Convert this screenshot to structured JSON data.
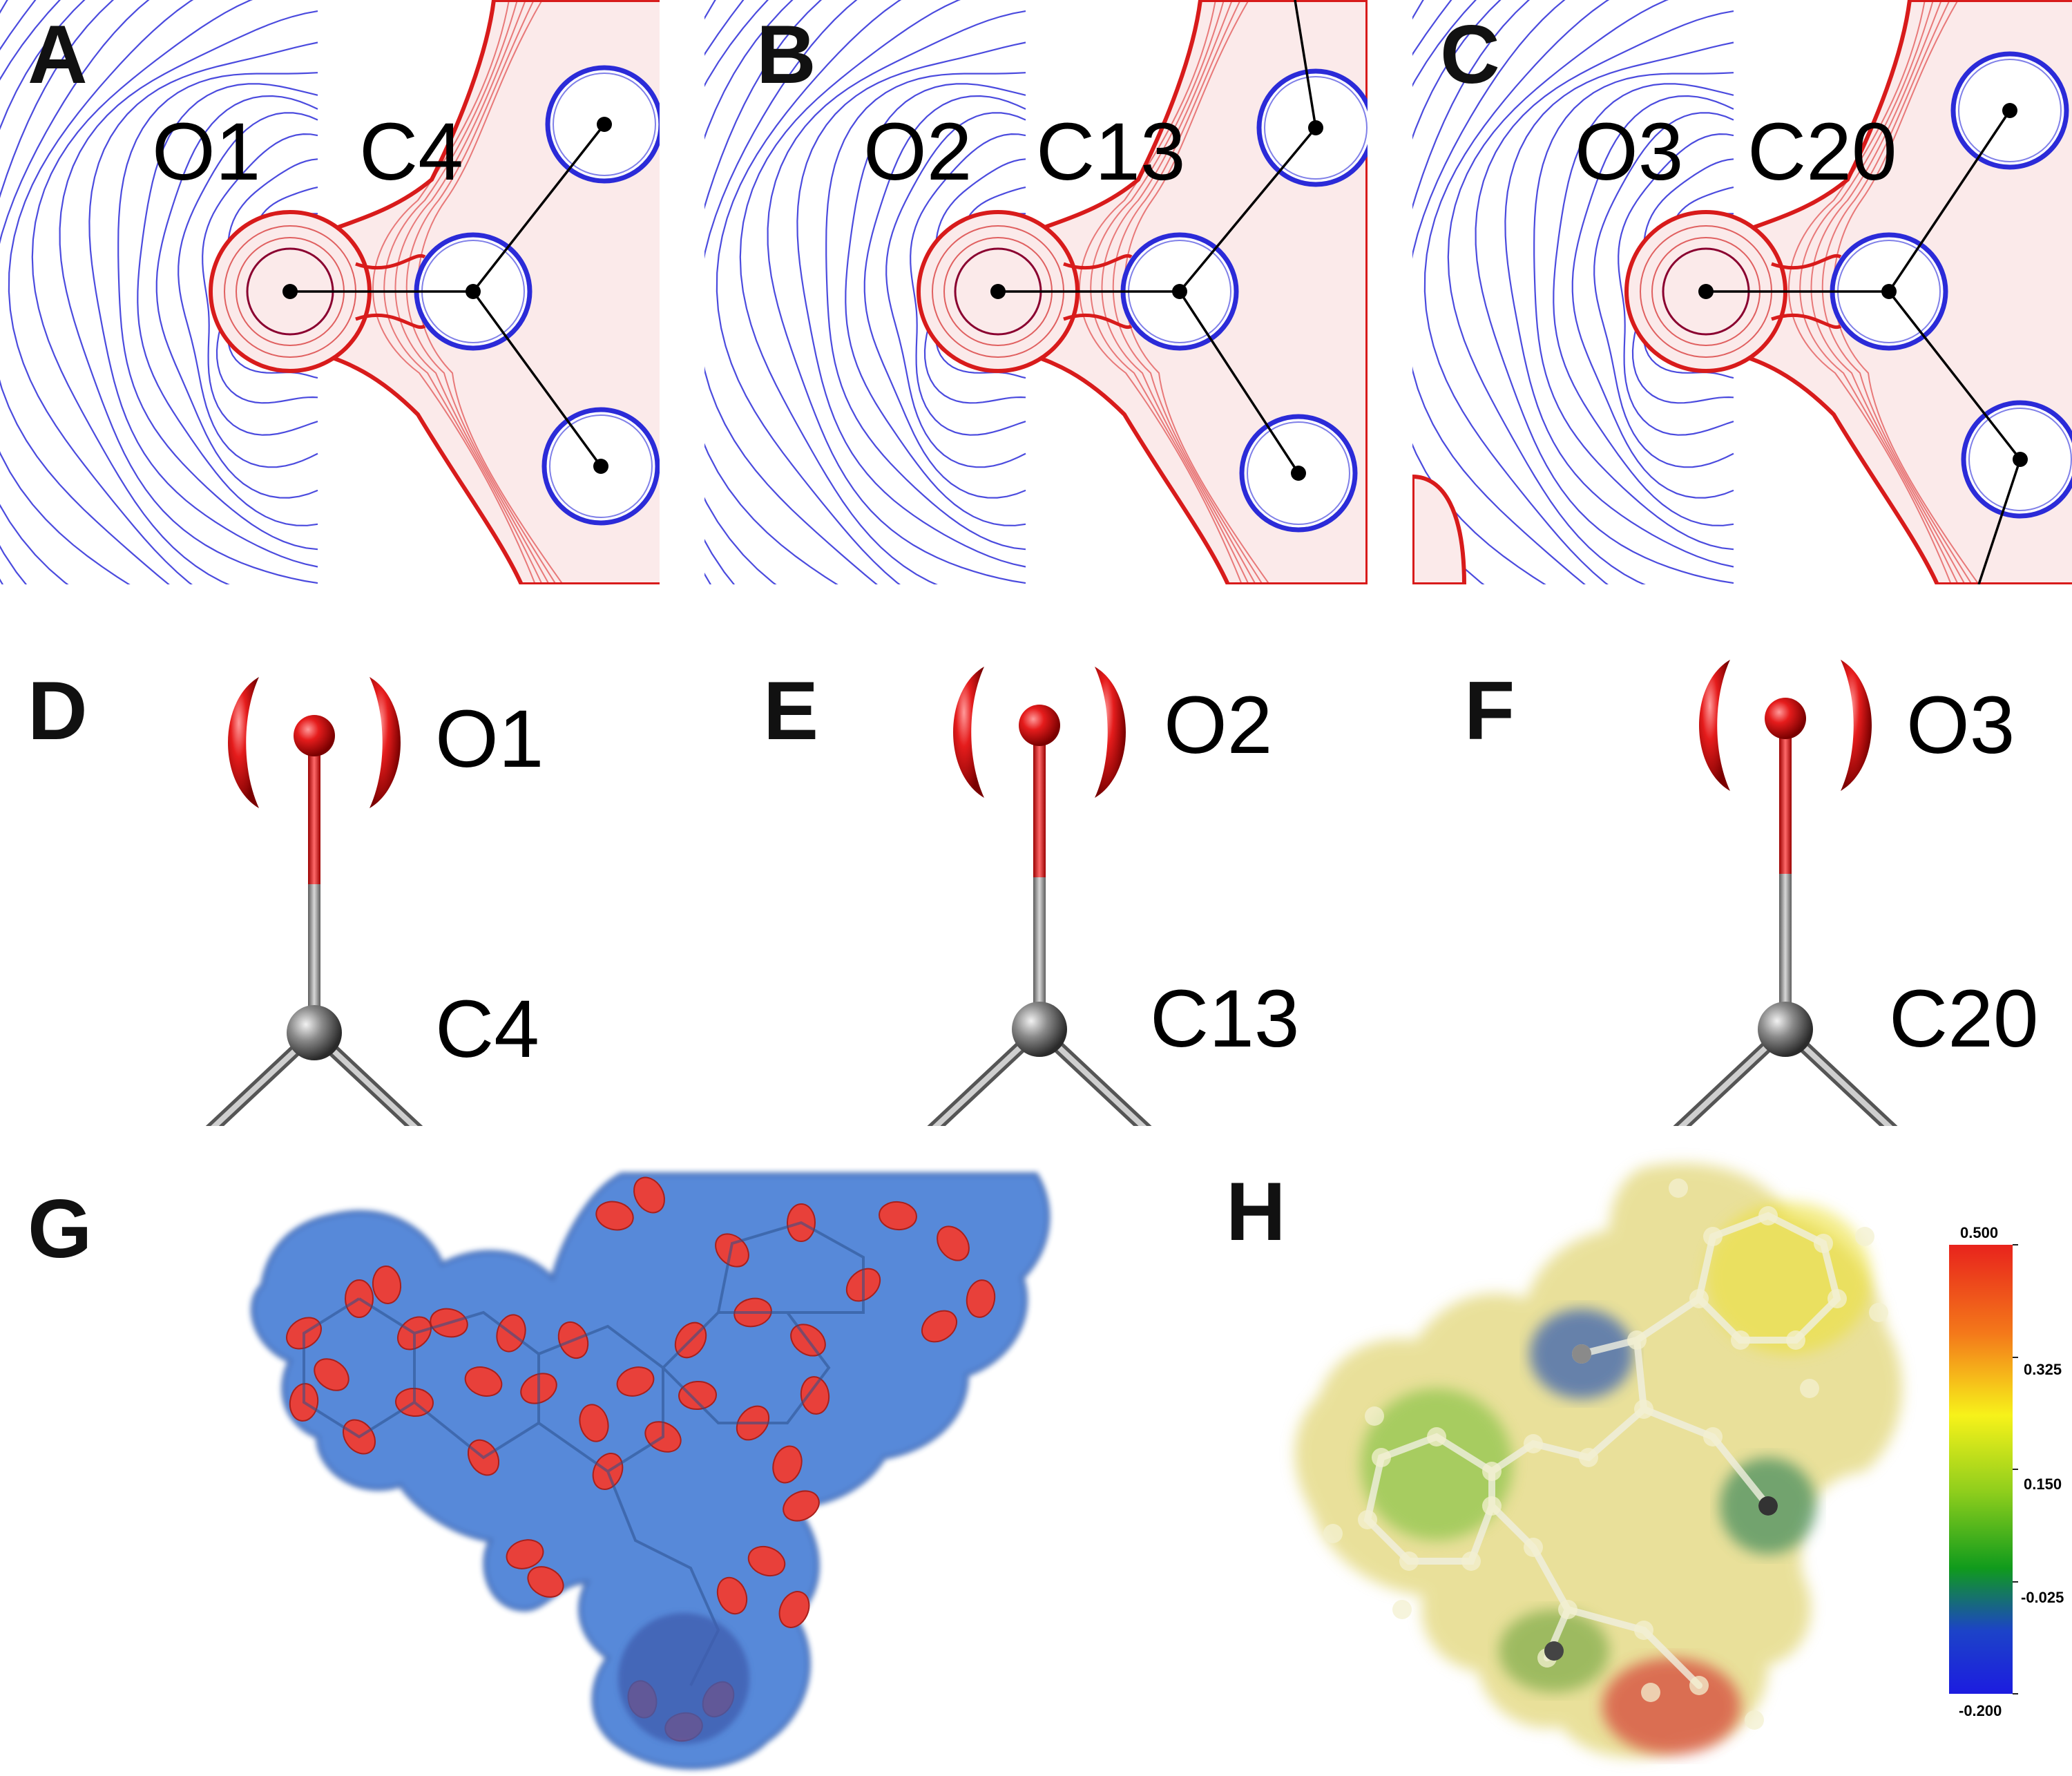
{
  "panels": [
    {
      "letter": "A",
      "o": "O1",
      "c": "C4"
    },
    {
      "letter": "B",
      "o": "O2",
      "c": "C13"
    },
    {
      "letter": "C",
      "o": "O3",
      "c": "C20"
    }
  ],
  "elf": [
    {
      "letter": "D",
      "o": "O1",
      "c": "C4"
    },
    {
      "letter": "E",
      "o": "O2",
      "c": "C13"
    },
    {
      "letter": "F",
      "o": "O3",
      "c": "C20"
    }
  ],
  "panel_g": {
    "letter": "G"
  },
  "panel_h": {
    "letter": "H",
    "scale": {
      "max": "0.500",
      "t1": "0.325",
      "t2": "0.150",
      "t3": "-0.025",
      "min": "-0.200"
    }
  },
  "colors": {
    "red": "#d81b1b",
    "blue": "#2b2bd8",
    "iso_blue": "#4a7fd6",
    "bond_gray": "#8a8a8a"
  }
}
